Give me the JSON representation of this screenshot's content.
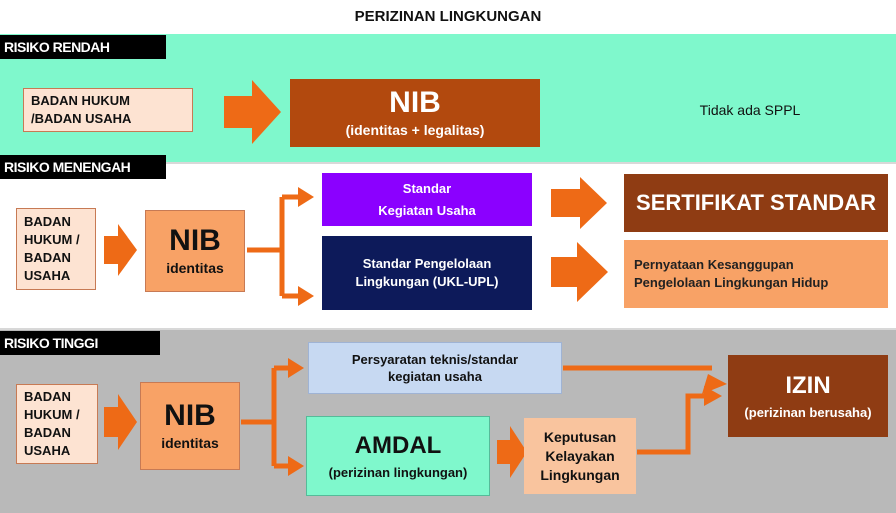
{
  "title": "PERIZINAN LINGKUNGAN",
  "low": {
    "label": "RISIKO RENDAH",
    "entity": [
      "BADAN HUKUM",
      "/BADAN USAHA"
    ],
    "nib": "NIB",
    "nib_sub": "(identitas + legalitas)",
    "note": "Tidak ada SPPL"
  },
  "mid": {
    "label": "RISIKO MENENGAH",
    "entity": [
      "BADAN",
      "HUKUM /",
      "BADAN",
      "USAHA"
    ],
    "nib": "NIB",
    "nib_sub": "identitas",
    "standard": [
      "Standar",
      "Kegiatan Usaha"
    ],
    "env_standard": [
      "Standar Pengelolaan",
      "Lingkungan (UKL-UPL)"
    ],
    "certificate": "SERTIFIKAT STANDAR",
    "statement": [
      "Pernyataan Kesanggupan",
      "Pengelolaan Lingkungan Hidup"
    ]
  },
  "high": {
    "label": "RISIKO TINGGI",
    "entity": [
      "BADAN",
      "HUKUM /",
      "BADAN",
      "USAHA"
    ],
    "nib": "NIB",
    "nib_sub": "identitas",
    "requirements": [
      "Persyaratan teknis/standar",
      "kegiatan usaha"
    ],
    "amdal": "AMDAL",
    "amdal_sub": "(perizinan lingkungan)",
    "decision": [
      "Keputusan",
      "Kelayakan",
      "Lingkungan"
    ],
    "izin": "IZIN",
    "izin_sub": "(perizinan berusaha)"
  },
  "colors": {
    "arrow": "#ee6a16",
    "band_low": "#7ff8cc",
    "band_high": "#b9b9b9",
    "purple": "#8b00ff",
    "navy": "#0d1a5a",
    "brown": "#8f3c13"
  }
}
